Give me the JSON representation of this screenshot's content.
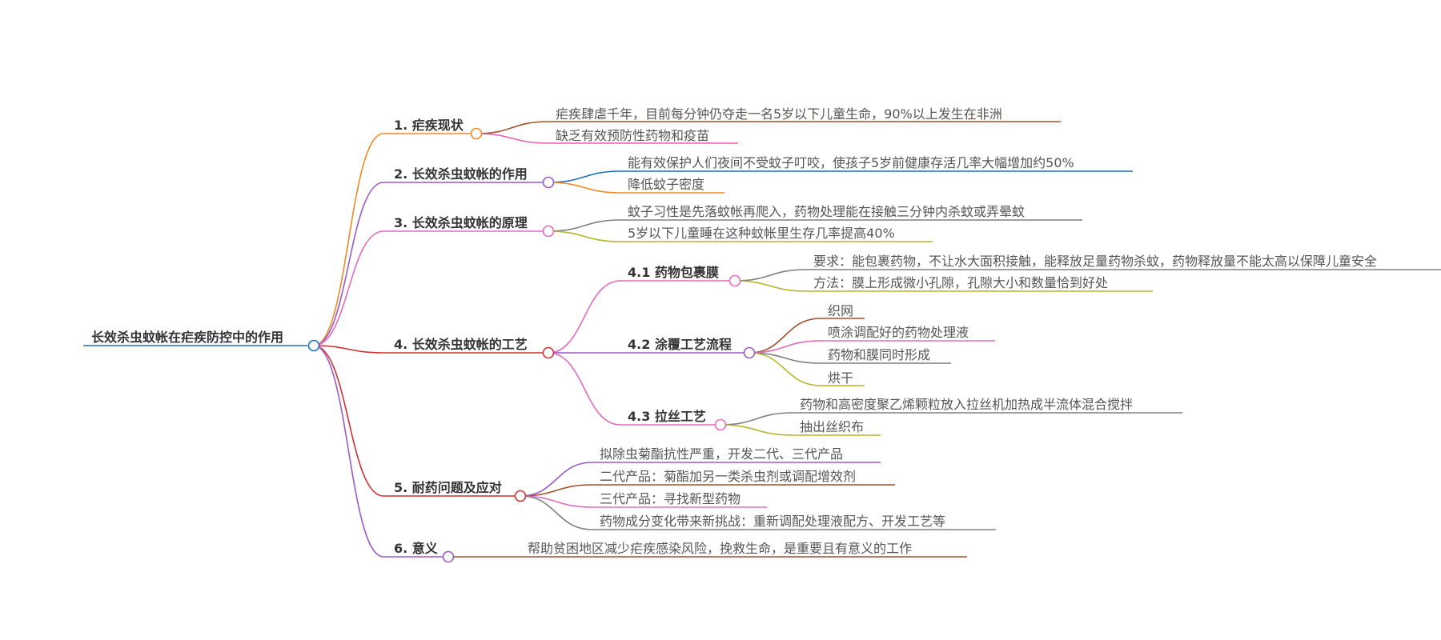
{
  "mindmap": {
    "root": {
      "label": "长效杀虫蚊帐在疟疾防控中的作用",
      "color": "#1f6fbf"
    },
    "branches": [
      {
        "label": "1. 疟疾现状",
        "color": "#f08a24",
        "children": [
          {
            "label": "疟疾肆虐千年，目前每分钟仍夺走一名5岁以下儿童生命，90%以上发生在非洲",
            "color": "#a0522d"
          },
          {
            "label": "缺乏有效预防性药物和疫苗",
            "color": "#e55fb4"
          }
        ]
      },
      {
        "label": "2. 长效杀虫蚊帐的作用",
        "color": "#9b59c6",
        "children": [
          {
            "label": "能有效保护人们夜间不受蚊子叮咬，使孩子5岁前健康存活几率大幅增加约50%",
            "color": "#1f6fbf"
          },
          {
            "label": "降低蚊子密度",
            "color": "#f08a24"
          }
        ]
      },
      {
        "label": "3. 长效杀虫蚊帐的原理",
        "color": "#e36bbf",
        "children": [
          {
            "label": "蚊子习性是先落蚊帐再爬入，药物处理能在接触三分钟内杀蚊或弄晕蚊",
            "color": "#808080"
          },
          {
            "label": "5岁以下儿童睡在这种蚊帐里生存几率提高40%",
            "color": "#b5b52a"
          }
        ]
      },
      {
        "label": "4. 长效杀虫蚊帐的工艺",
        "color": "#d22f2f",
        "children": [
          {
            "label": "4.1 药物包裹膜",
            "color": "#e36bbf",
            "children": [
              {
                "label": "要求：能包裹药物，不让水大面积接触，能释放足量药物杀蚊，药物释放量不能太高以保障儿童安全",
                "color": "#808080"
              },
              {
                "label": "方法：膜上形成微小孔隙，孔隙大小和数量恰到好处",
                "color": "#b5b52a"
              }
            ]
          },
          {
            "label": "4.2 涂覆工艺流程",
            "color": "#9b59c6",
            "children": [
              {
                "label": "织网",
                "color": "#a0522d"
              },
              {
                "label": "喷涂调配好的药物处理液",
                "color": "#e36bbf"
              },
              {
                "label": "药物和膜同时形成",
                "color": "#808080"
              },
              {
                "label": "烘干",
                "color": "#b5b52a"
              }
            ]
          },
          {
            "label": "4.3 拉丝工艺",
            "color": "#e36bbf",
            "children": [
              {
                "label": "药物和高密度聚乙烯颗粒放入拉丝机加热成半流体混合搅拌",
                "color": "#808080"
              },
              {
                "label": "抽出丝织布",
                "color": "#b5b52a"
              }
            ]
          }
        ]
      },
      {
        "label": "5. 耐药问题及应对",
        "color": "#d22f2f",
        "children": [
          {
            "label": "拟除虫菊酯抗性严重，开发二代、三代产品",
            "color": "#9b59c6"
          },
          {
            "label": "二代产品：菊酯加另一类杀虫剂或调配增效剂",
            "color": "#a0522d"
          },
          {
            "label": "三代产品：寻找新型药物",
            "color": "#e36bbf"
          },
          {
            "label": "药物成分变化带来新挑战：重新调配处理液配方、开发工艺等",
            "color": "#808080"
          }
        ]
      },
      {
        "label": "6. 意义",
        "color": "#9b59c6",
        "children": [
          {
            "label": "帮助贫困地区减少疟疾感染风险，挽救生命，是重要且有意义的工作",
            "color": "#a0522d"
          }
        ]
      }
    ]
  }
}
